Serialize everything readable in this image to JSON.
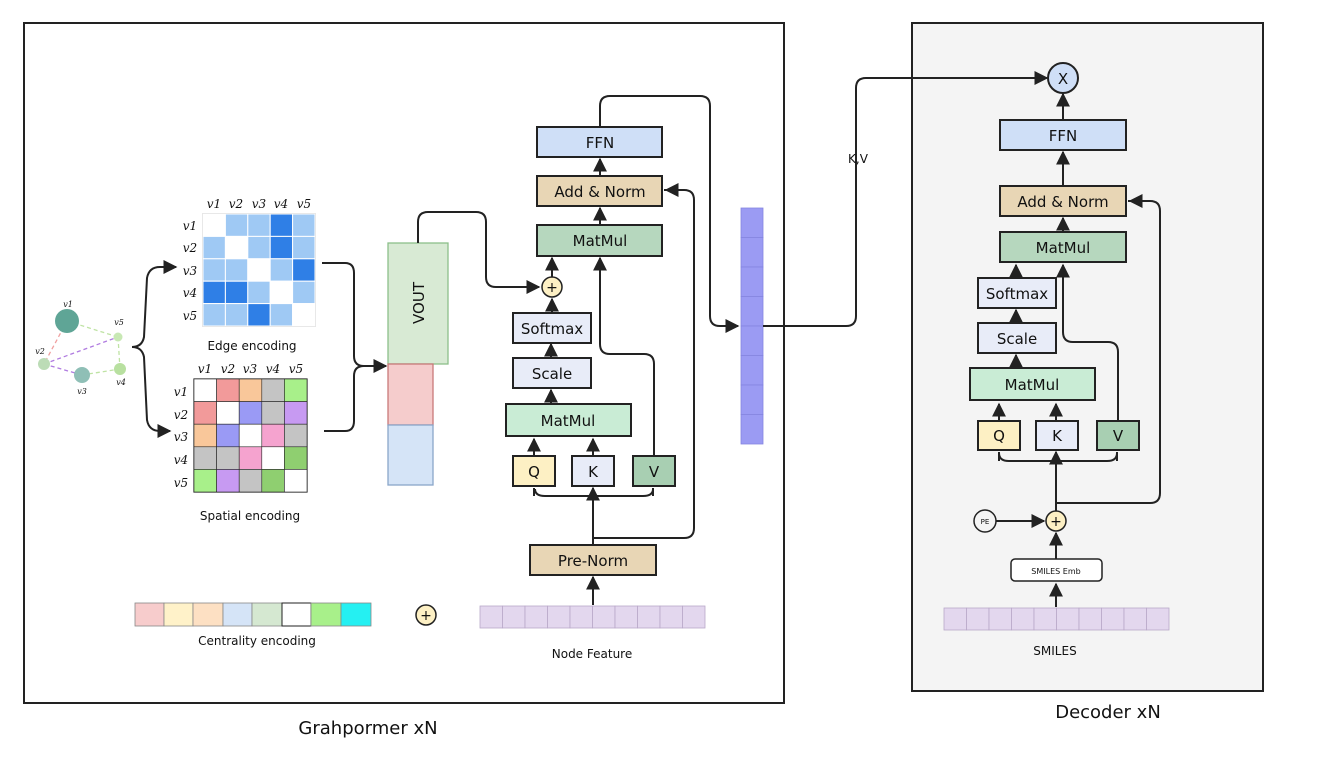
{
  "graphormer": {
    "caption": "Grahpormer  xN",
    "edge_caption": "Edge encoding",
    "spatial_caption": "Spatial encoding",
    "centrality_caption": "Centrality encoding",
    "node_feature_caption": "Node Feature",
    "vout_label": "VOUT",
    "ffn": "FFN",
    "add_norm": "Add & Norm",
    "matmul_top": "MatMul",
    "softmax": "Softmax",
    "scale": "Scale",
    "matmul_bottom": "MatMul",
    "q": "Q",
    "k": "K",
    "v": "V",
    "pre_norm": "Pre-Norm",
    "plus": "+",
    "plus_standalone": "+"
  },
  "matrix_headers": [
    "v1",
    "v2",
    "v3",
    "v4",
    "v5"
  ],
  "graph_nodes": [
    "v1",
    "v2",
    "v3",
    "v4",
    "v5"
  ],
  "kv_label": "K,V",
  "decoder": {
    "caption": "Decoder  xN",
    "x_label": "X",
    "ffn": "FFN",
    "add_norm": "Add & Norm",
    "matmul_top": "MatMul",
    "softmax": "Softmax",
    "scale": "Scale",
    "matmul_bottom": "MatMul",
    "q": "Q",
    "k": "K",
    "v": "V",
    "pe": "PE",
    "plus": "+",
    "smiles_emb": "SMILES Emb",
    "smiles_caption": "SMILES"
  },
  "colors": {
    "ffn": "#cfdff7",
    "add_norm": "#e8d6b5",
    "matmul_top": "#b6d7be",
    "matmul_bottom": "#c9ecd5",
    "softmax": "#e8ecf8",
    "q": "#fdf0c4",
    "k": "#e8ecf8",
    "v": "#a8cfb2",
    "plus": "#fdf0c4",
    "token": "#e3d7ee",
    "vector": "#9b9bf3",
    "decoder_bg": "#f4f4f4"
  }
}
